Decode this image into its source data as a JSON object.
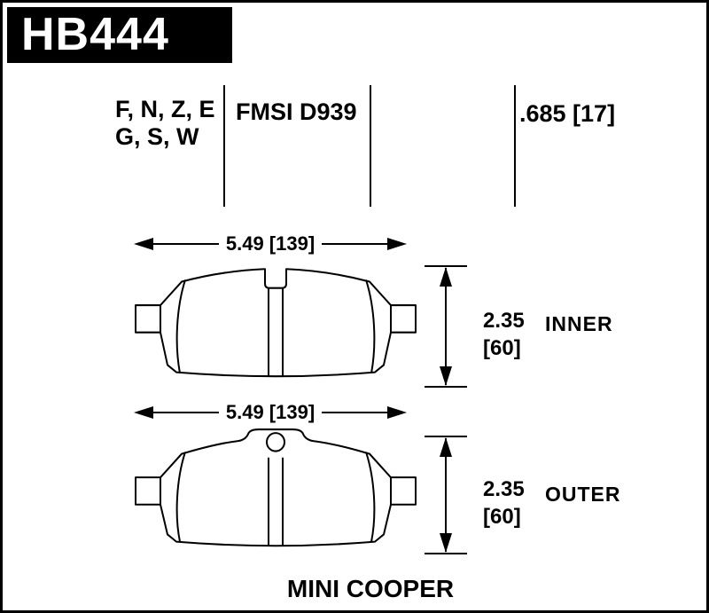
{
  "header": {
    "part_number": "HB444"
  },
  "specs": {
    "compounds_line1": "F, N, Z, E",
    "compounds_line2": "G, S, W",
    "fmsi": "FMSI D939",
    "thickness": ".685 [17]"
  },
  "diagrams": [
    {
      "label": "INNER",
      "width_dim": "5.49 [139]",
      "height_dim_line1": "2.35",
      "height_dim_line2": "[60]"
    },
    {
      "label": "OUTER",
      "width_dim": "5.49 [139]",
      "height_dim_line1": "2.35",
      "height_dim_line2": "[60]"
    }
  ],
  "footer": {
    "vehicle": "MINI COOPER"
  },
  "colors": {
    "ink": "#000000",
    "background": "#ffffff",
    "part_box_bg": "#000000",
    "part_box_text": "#ffffff"
  }
}
